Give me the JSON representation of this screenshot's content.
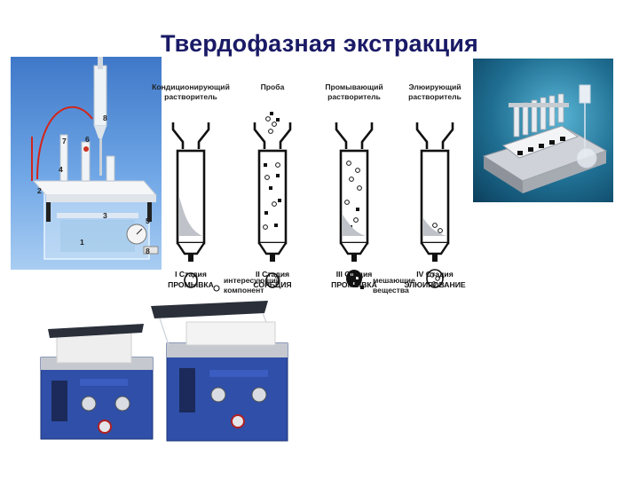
{
  "page": {
    "title": "Твердофазная экстракция"
  },
  "vacuum_photo": {
    "labels": [
      "8",
      "6",
      "7",
      "4",
      "2",
      "3",
      "5",
      "1",
      "8"
    ]
  },
  "diagram": {
    "columns": [
      {
        "top_label_1": "Кондиционирующий",
        "top_label_2": "растворитель",
        "stage_num": "I Стадия",
        "stage_name": "ПРОМЫВКА"
      },
      {
        "top_label_1": "Проба",
        "top_label_2": "",
        "stage_num": "II Стадия",
        "stage_name": "СОРБЦИЯ"
      },
      {
        "top_label_1": "Промывающий",
        "top_label_2": "растворитель",
        "stage_num": "III Стадия",
        "stage_name": "ПРОМЫВКА"
      },
      {
        "top_label_1": "Элюирующий",
        "top_label_2": "растворитель",
        "stage_num": "IV Стадия",
        "stage_name": "ЭЛЮИРОВАНИЕ"
      }
    ]
  },
  "legend": {
    "analyte_line1": "интересующий",
    "analyte_line2": "компонент",
    "interferent_line1": "мешающие",
    "interferent_line2": "вещества"
  },
  "colors": {
    "title": "#1a1a66",
    "device_blue": "#2f4fa8",
    "steel": "#b8bcc4"
  }
}
